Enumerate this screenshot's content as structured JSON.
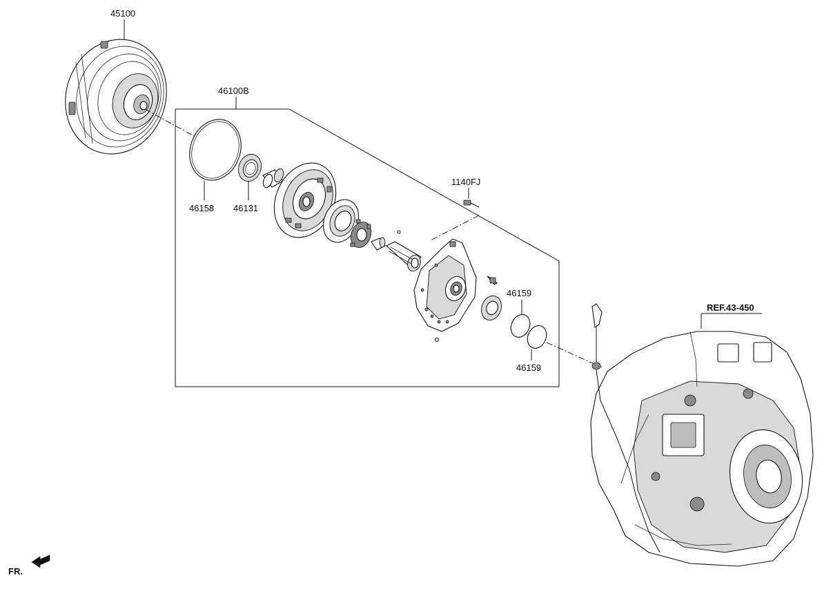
{
  "labels": {
    "torque_converter": "45100",
    "pump_assembly": "46100B",
    "o_ring_large": "46158",
    "oil_seal": "46131",
    "bolt": "1140FJ",
    "seal_ring_upper": "46159",
    "seal_ring_lower": "46159",
    "reference": "REF.43-450",
    "front_indicator": "FR."
  }
}
